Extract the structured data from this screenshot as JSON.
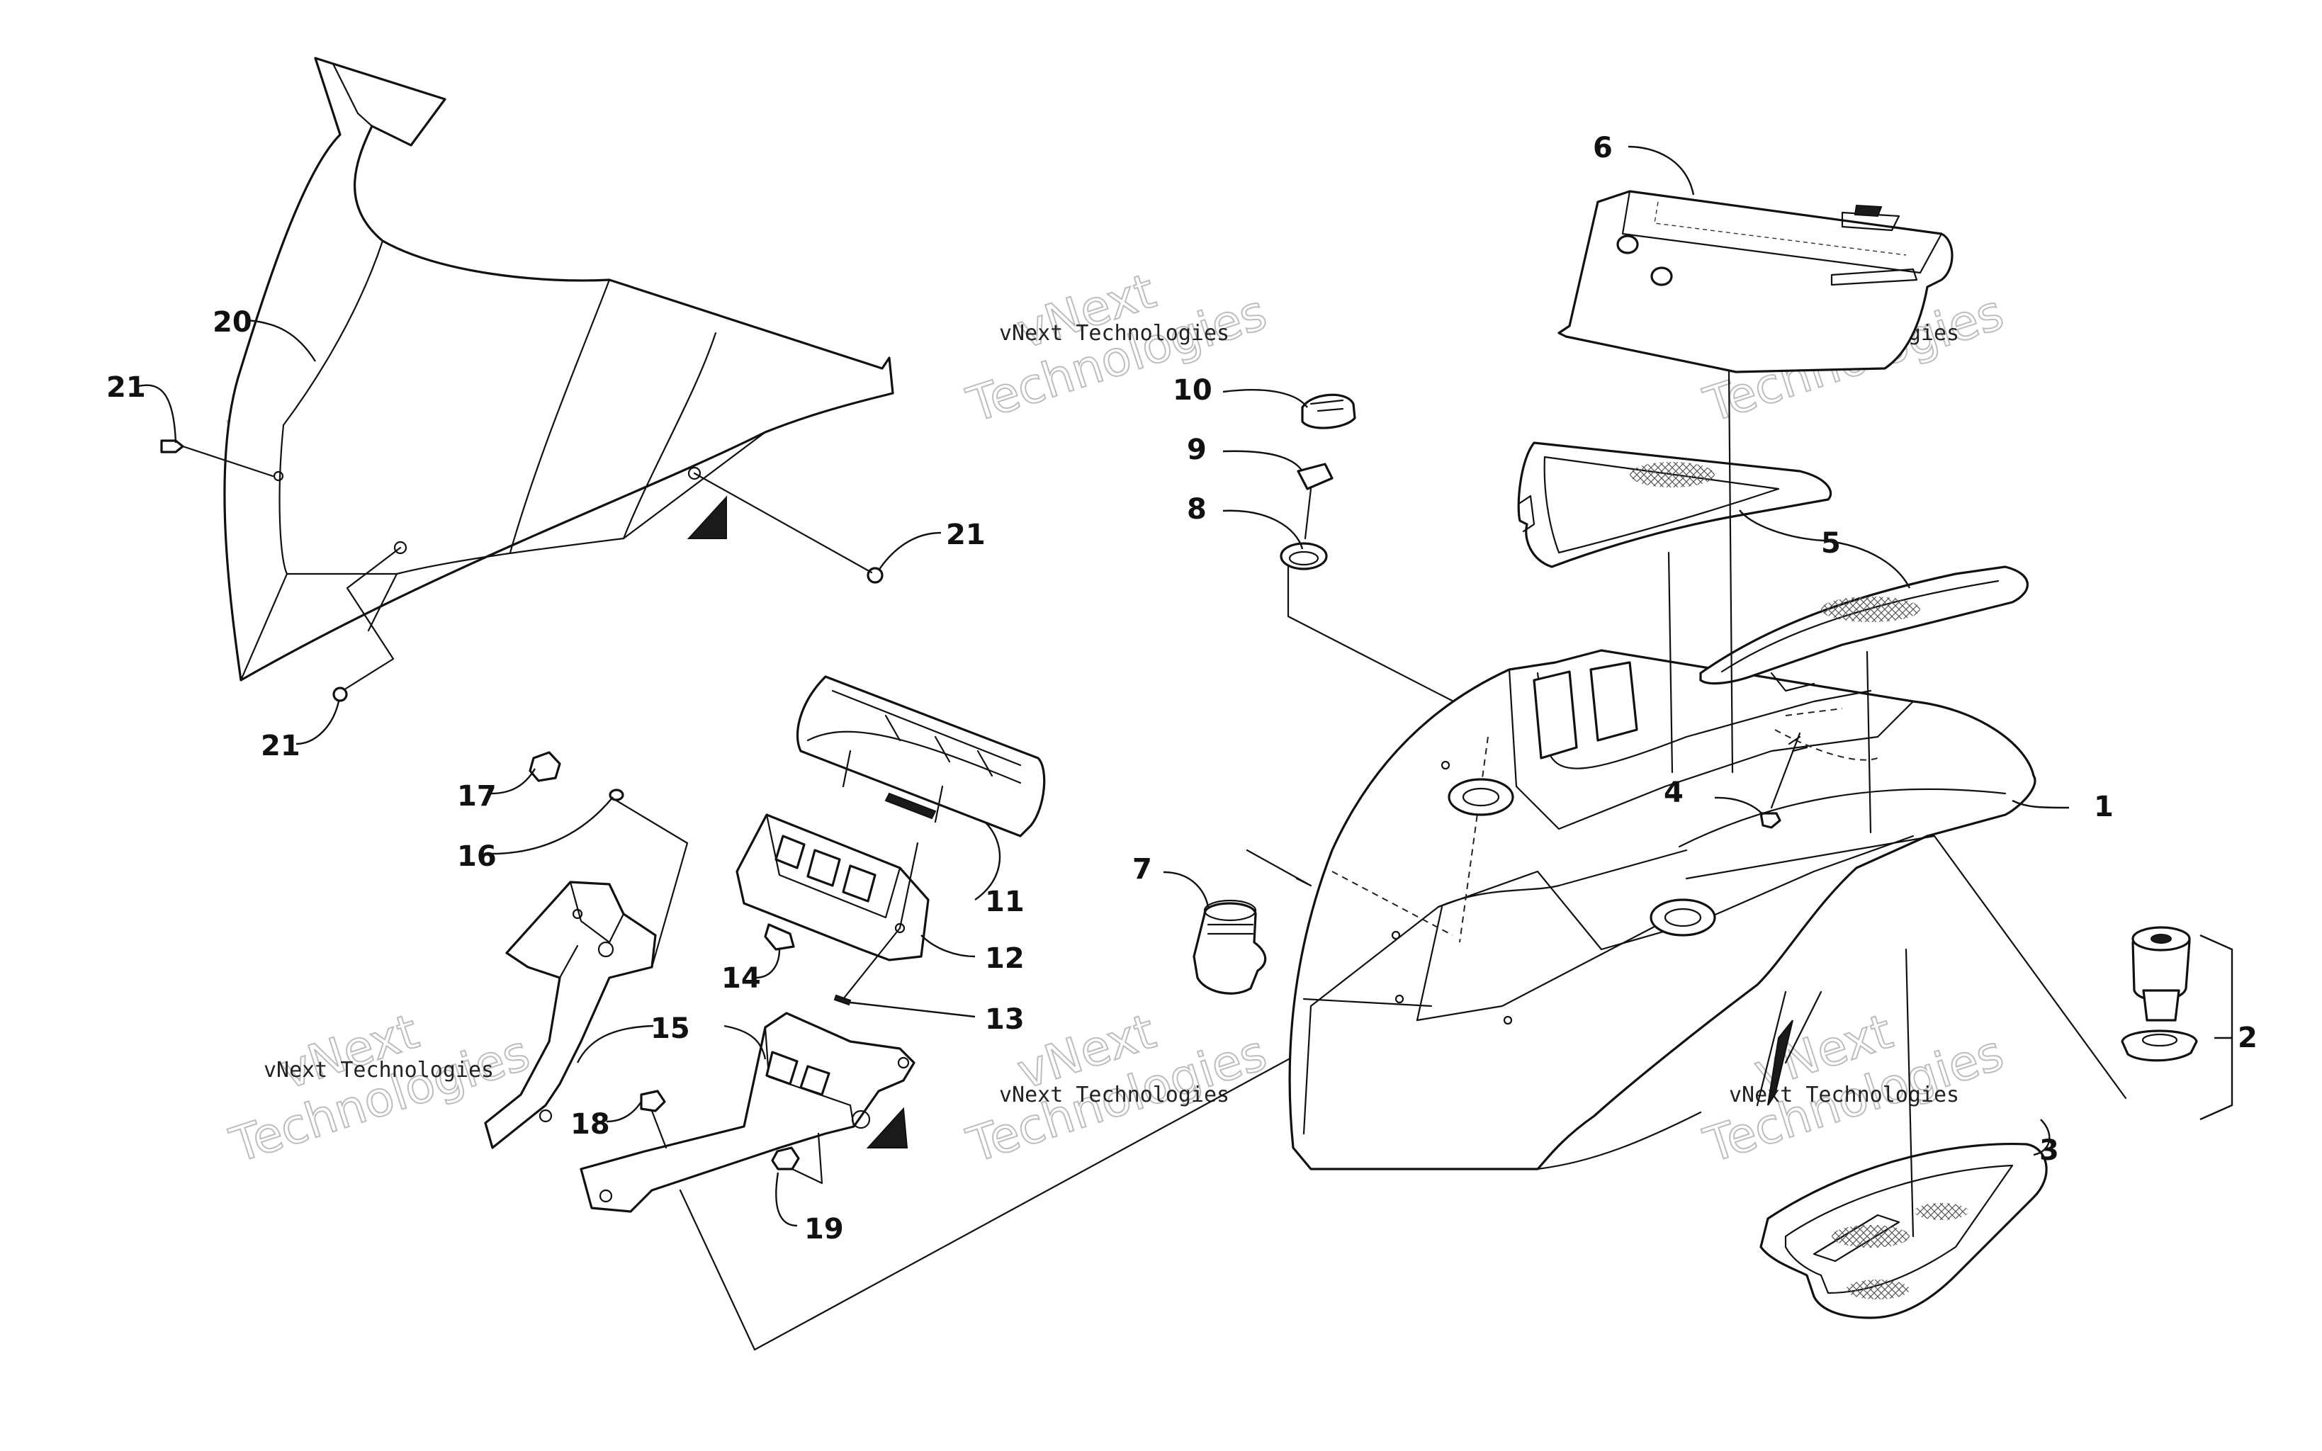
{
  "watermark": {
    "line1": "vNext Technologies",
    "line2": "vNext",
    "line3": "Technologies"
  },
  "callouts": {
    "c1": "1",
    "c2": "2",
    "c3": "3",
    "c4": "4",
    "c5": "5",
    "c6": "6",
    "c7": "7",
    "c8": "8",
    "c9": "9",
    "c10": "10",
    "c11": "11",
    "c12": "12",
    "c13": "13",
    "c14": "14",
    "c15": "15",
    "c16": "16",
    "c17": "17",
    "c18": "18",
    "c19": "19",
    "c20": "20",
    "c21a": "21",
    "c21b": "21",
    "c21c": "21"
  }
}
